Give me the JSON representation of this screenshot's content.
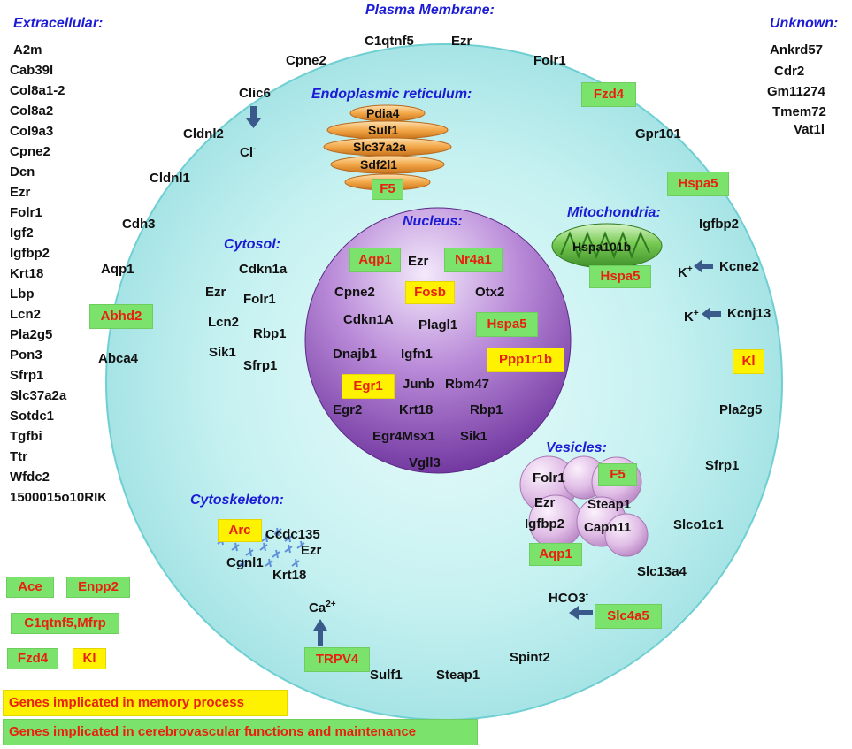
{
  "headings": {
    "extracellular": "Extracellular:",
    "plasma_membrane": "Plasma Membrane:",
    "unknown": "Unknown:",
    "er": "Endoplasmic reticulum:",
    "nucleus": "Nucleus:",
    "mitochondria": "Mitochondria:",
    "cytosol": "Cytosol:",
    "vesicles": "Vesicles:",
    "cytoskeleton": "Cytoskeleton:"
  },
  "extracellular": {
    "genes": [
      "A2m",
      "Cab39l",
      "Col8a1-2",
      "Col8a2",
      "Col9a3",
      "Cpne2",
      "Dcn",
      "Ezr",
      "Folr1",
      "Igf2",
      "Igfbp2",
      "Krt18",
      "Lbp",
      "Lcn2",
      "Pla2g5",
      "Pon3",
      "Sfrp1",
      "Slc37a2a",
      "Sotdc1",
      "Tgfbi",
      "Ttr",
      "Wfdc2",
      "1500015o10RIK"
    ],
    "highlighted": [
      {
        "label": "Ace",
        "color": "green"
      },
      {
        "label": "Enpp2",
        "color": "green"
      },
      {
        "label": "C1qtnf5,Mfrp",
        "color": "green"
      },
      {
        "label": "Fzd4",
        "color": "green"
      },
      {
        "label": "Kl",
        "color": "yellow"
      }
    ]
  },
  "unknown": {
    "genes": [
      "Ankrd57",
      "Cdr2",
      "Gm11274",
      "Tmem72",
      "Vat1l"
    ]
  },
  "membrane": {
    "c1qtnf5": "C1qtnf5",
    "ezr": "Ezr",
    "cpne2": "Cpne2",
    "folr1": "Folr1",
    "clic6": "Clic6",
    "cl": "Cl",
    "cl_sup": "-",
    "cldnl2": "Cldnl2",
    "cldnl1": "Cldnl1",
    "cdh3": "Cdh3",
    "aqp1": "Aqp1",
    "abhd2": "Abhd2",
    "abca4": "Abca4",
    "fzd4": "Fzd4",
    "gpr101": "Gpr101",
    "hspa5": "Hspa5",
    "igfbp2": "Igfbp2",
    "k1": "K",
    "k_sup": "+",
    "kcne2": "Kcne2",
    "k2": "K",
    "kcnj13": "Kcnj13",
    "kl": "Kl",
    "pla2g5": "Pla2g5",
    "sfrp1": "Sfrp1",
    "slco1c1": "Slco1c1",
    "slc13a4": "Slc13a4",
    "hco3": "HCO3",
    "hco3_sup": "-",
    "slc4a5": "Slc4a5",
    "spint2": "Spint2",
    "steap1": "Steap1",
    "sulf1": "Sulf1",
    "trpv4": "TRPV4",
    "ca": "Ca",
    "ca_sup": "2+"
  },
  "er": {
    "genes": [
      "Pdia4",
      "Sulf1",
      "Slc37a2a",
      "Sdf2l1"
    ],
    "highlighted": "F5"
  },
  "mitochondria": {
    "gene": "Hspa101b",
    "highlighted": "Hspa5"
  },
  "cytosol": {
    "cdkn1a": "Cdkn1a",
    "ezr": "Ezr",
    "folr1": "Folr1",
    "lcn2": "Lcn2",
    "rbp1": "Rbp1",
    "sik1": "Sik1",
    "sfrp1": "Sfrp1"
  },
  "nucleus": {
    "aqp1": "Aqp1",
    "ezr": "Ezr",
    "nr4a1": "Nr4a1",
    "cpne2": "Cpne2",
    "fosb": "Fosb",
    "otx2": "Otx2",
    "cdkn1a": "Cdkn1A",
    "plagl1": "Plagl1",
    "hspa5": "Hspa5",
    "dnajb1": "Dnajb1",
    "igfn1": "Igfn1",
    "ppp1r1b": "Ppp1r1b",
    "egr1": "Egr1",
    "junb": "Junb",
    "rbm47": "Rbm47",
    "egr2": "Egr2",
    "krt18": "Krt18",
    "rbp1": "Rbp1",
    "egr4msx1": "Egr4Msx1",
    "sik1": "Sik1",
    "vgll3": "Vgll3"
  },
  "vesicles": {
    "folr1": "Folr1",
    "f5": "F5",
    "ezr": "Ezr",
    "steap1": "Steap1",
    "igfbp2": "Igfbp2",
    "capn11": "Capn11",
    "aqp1": "Aqp1"
  },
  "cytoskeleton": {
    "arc": "Arc",
    "ccdc135": "Ccdc135",
    "cgnl1": "Cgnl1",
    "ezr": "Ezr",
    "krt18": "Krt18"
  },
  "legend": {
    "memory": "Genes implicated in memory process",
    "cerebrovascular": "Genes implicated in cerebrovascular functions and maintenance"
  },
  "colors": {
    "green_box": "#7be36b",
    "yellow_box": "#fff200",
    "highlight_text": "#e8200f",
    "heading": "#1c1cd6",
    "cell_fill": "#bff0f0",
    "nucleus_fill": "#9a5fc4",
    "er_fill": "#f0a040",
    "mito_fill": "#6dc24f",
    "vesicle_fill": "#d8b4e0"
  }
}
